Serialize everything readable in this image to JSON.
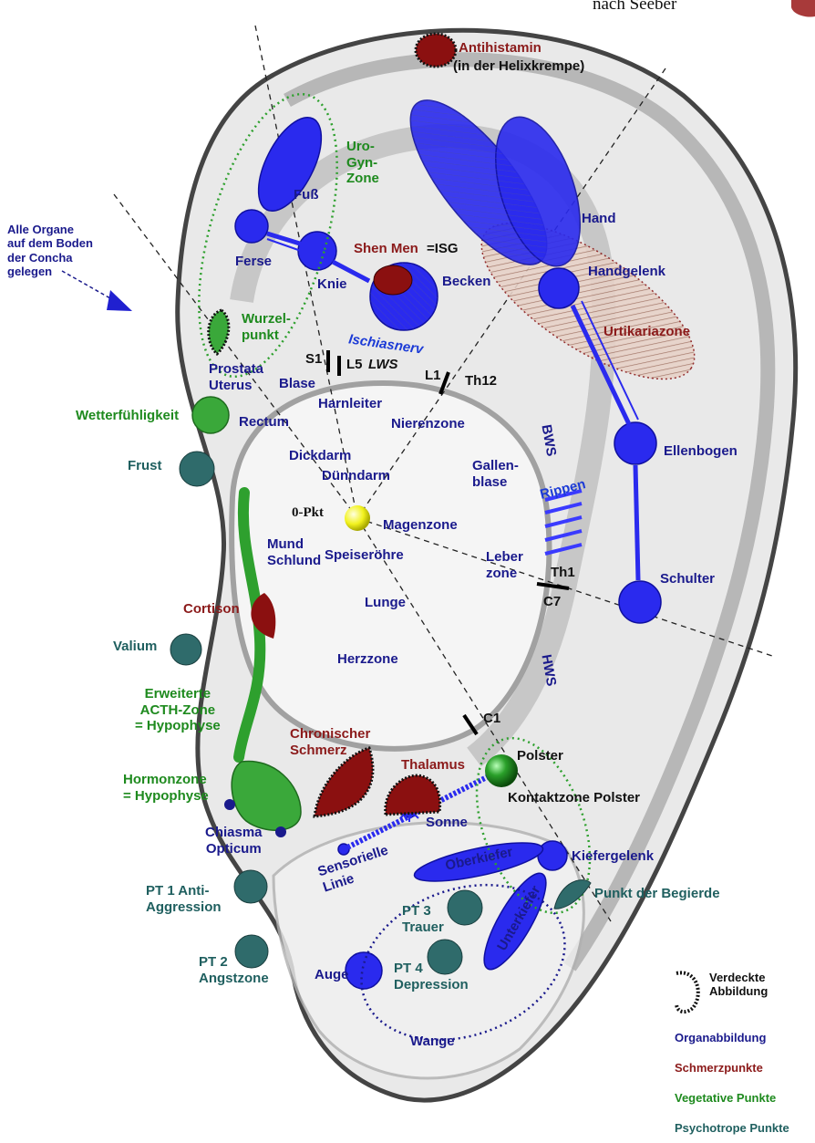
{
  "header": {
    "subtitle": "nach Seeber"
  },
  "colors": {
    "organ": "#1a1a8c",
    "organ_fill": "#2a2aee",
    "pain": "#8b1a1a",
    "pain_fill": "#8b1010",
    "vegetative": "#1e8a1e",
    "vegetative_fill": "#3aa83a",
    "psychotropic": "#1f5f5f",
    "psychotropic_fill": "#2f6b6b",
    "marker_yellow": "#f2f21e"
  },
  "labels": {
    "antihistamin": "Antihistamin",
    "helixkrempe": "(in der Helixkrempe)",
    "uro_gyn": "Uro-\nGyn-\nZone",
    "fuss": "Fuß",
    "ferse": "Ferse",
    "knie": "Knie",
    "shen_men": "Shen Men",
    "isg": "=ISG",
    "becken": "Becken",
    "hand": "Hand",
    "handgelenk": "Handgelenk",
    "urtikariazone": "Urtikariazone",
    "alle_organe": "Alle Organe\nauf dem Boden\nder Concha\ngelegen",
    "wurzelpunkt": "Wurzel-\npunkt",
    "ischiasnerv": "Ischiasnerv",
    "s1": "S1",
    "l5": "L5",
    "lws": "LWS",
    "l1": "L1",
    "th12": "Th12",
    "prostata": "Prostata\nUterus",
    "blase": "Blase",
    "harnleiter": "Harnleiter",
    "nierenzone": "Nierenzone",
    "wetter": "Wetterfühligkeit",
    "rectum": "Rectum",
    "bws": "BWS",
    "ellenbogen": "Ellenbogen",
    "frust": "Frust",
    "dickdarm": "Dickdarm",
    "duenndarm": "Dünndarm",
    "gallenblase": "Gallen-\nblase",
    "rippen": "Rippen",
    "opkt": "0-Pkt",
    "magenzone": "Magenzone",
    "mund": "Mund\nSchlund",
    "speiseroehre": "Speiseröhre",
    "leberzone": "Leber\nzone",
    "th1": "Th1",
    "c7": "C7",
    "schulter": "Schulter",
    "cortison": "Cortison",
    "lunge": "Lunge",
    "valium": "Valium",
    "herzzone": "Herzzone",
    "hws": "HWS",
    "acth": "Erweiterte\nACTH-Zone\n= Hypophyse",
    "c1": "C1",
    "chron_schmerz": "Chronischer\nSchmerz",
    "thalamus": "Thalamus",
    "polster": "Polster",
    "hormonzone": "Hormonzone\n= Hypophyse",
    "kontaktzone": "Kontaktzone Polster",
    "sonne": "Sonne",
    "chiasma": "Chiasma\nOpticum",
    "sensorielle": "Sensorielle\nLinie",
    "oberkiefer": "Oberkiefer",
    "kiefergelenk": "Kiefergelenk",
    "pt1": "PT 1 Anti-\nAggression",
    "punkt_begierde": "Punkt der Begierde",
    "pt3": "PT 3\nTrauer",
    "unterkiefer": "Unterkiefer",
    "pt2": "PT 2\nAngstzone",
    "auge": "Auge",
    "pt4": "PT 4\nDepression",
    "wange": "Wange"
  },
  "legend": {
    "verdeckte": "Verdeckte\nAbbildung",
    "organ": "Organabbildung",
    "pain": "Schmerzpunkte",
    "vegetative": "Vegetative Punkte",
    "psychotropic": "Psychotrope Punkte"
  }
}
